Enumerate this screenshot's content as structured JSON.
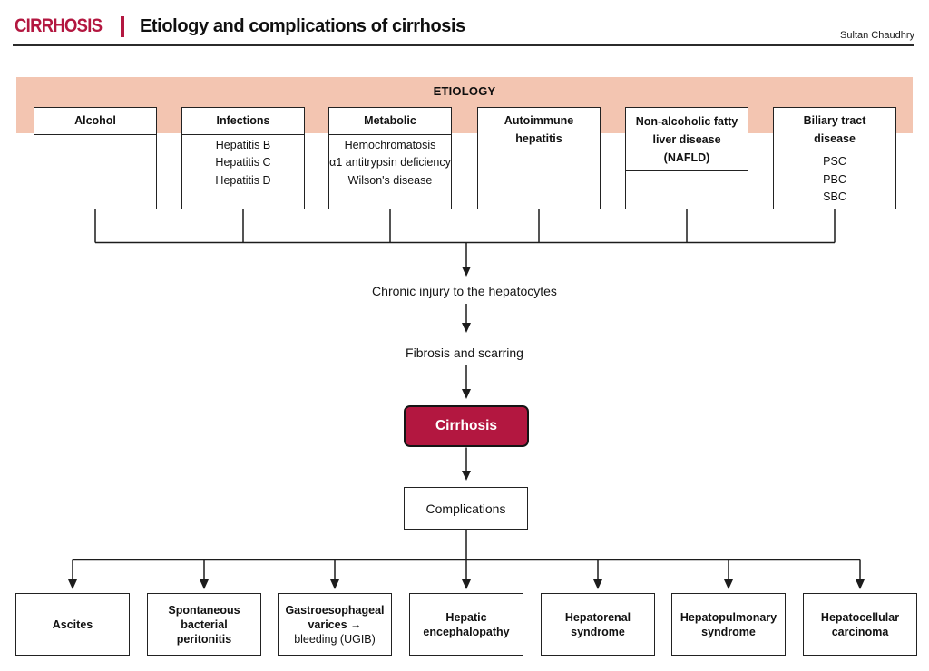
{
  "page": {
    "brand": "CIRRHOSIS",
    "title": "Etiology and complications of cirrhosis",
    "author": "Sultan Chaudhry"
  },
  "colors": {
    "accent": "#B31740",
    "band": "#F3C5B1"
  },
  "etiology": {
    "band_label": "ETIOLOGY",
    "boxes": [
      {
        "title": "Alcohol",
        "items": []
      },
      {
        "title": "Infections",
        "items": [
          "Hepatitis B",
          "Hepatitis C",
          "Hepatitis D"
        ]
      },
      {
        "title": "Metabolic",
        "items": [
          "Hemochromatosis",
          "α1 antitrypsin deficiency",
          "Wilson's disease"
        ]
      },
      {
        "title": "Autoimmune hepatitis",
        "items": []
      },
      {
        "title": "Non-alcoholic fatty liver disease (NAFLD)",
        "items": []
      },
      {
        "title": "Biliary tract disease",
        "items": [
          "PSC",
          "PBC",
          "SBC"
        ]
      }
    ]
  },
  "flow": {
    "chronic_injury": "Chronic injury to the hepatocytes",
    "fibrosis": "Fibrosis and scarring",
    "cirrhosis": "Cirrhosis",
    "complications": "Complications"
  },
  "complications": {
    "boxes": [
      {
        "lines": [
          "Ascites"
        ],
        "note": ""
      },
      {
        "lines": [
          "Spontaneous",
          "bacterial",
          "peritonitis"
        ],
        "note": ""
      },
      {
        "lines": [
          "Gastroesophageal",
          "varices →"
        ],
        "note": "bleeding (UGIB)"
      },
      {
        "lines": [
          "Hepatic",
          "encephalopathy"
        ],
        "note": ""
      },
      {
        "lines": [
          "Hepatorenal",
          "syndrome"
        ],
        "note": ""
      },
      {
        "lines": [
          "Hepatopulmonary",
          "syndrome"
        ],
        "note": ""
      },
      {
        "lines": [
          "Hepatocellular",
          "carcinoma"
        ],
        "note": ""
      }
    ]
  }
}
